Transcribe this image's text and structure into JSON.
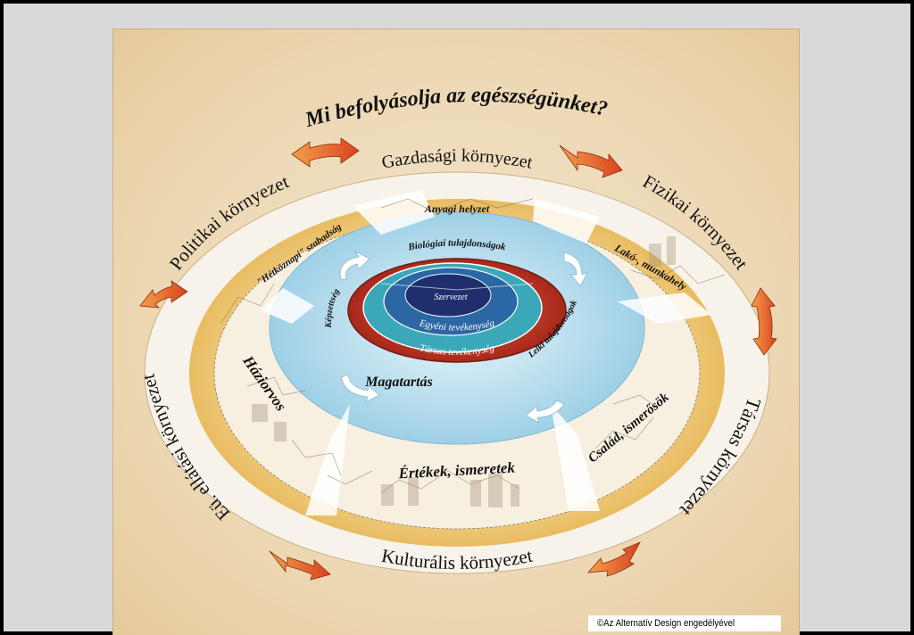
{
  "caption": "",
  "diagram": {
    "title": "Mi befolyásolja az egészségünket?",
    "outer_sectors": [
      "Gazdasági környezet",
      "Fizikai környezet",
      "Társas környezet",
      "Kulturális környezet",
      "Eü. ellátási környezet",
      "Politikai környezet"
    ],
    "middle_ring": [
      "Anyagi helyzet",
      "Lakó-, munkahely",
      "Család, ismerősök",
      "Értékek, ismeretek",
      "Háziorvos",
      "\"Hétköznapi\" szabadság"
    ],
    "inner_ring": [
      "Biológiai tulajdonságok",
      "Lelki tulajdonságok",
      "Magatartás",
      "Képzettség"
    ],
    "core_layers": [
      "Szervezet",
      "Egyéni tevékenység",
      "Társas tevékenység"
    ],
    "colors": {
      "core_red": "#c0392b",
      "core_teal": "#3aa8b8",
      "core_navy": "#1f2f6e",
      "arrow_orange": "#e8602a",
      "ring_blue": "#bfe1ef",
      "ring_yellow": "#f2d27a"
    }
  },
  "credit": "©Az Alternatív Design engedélyével"
}
